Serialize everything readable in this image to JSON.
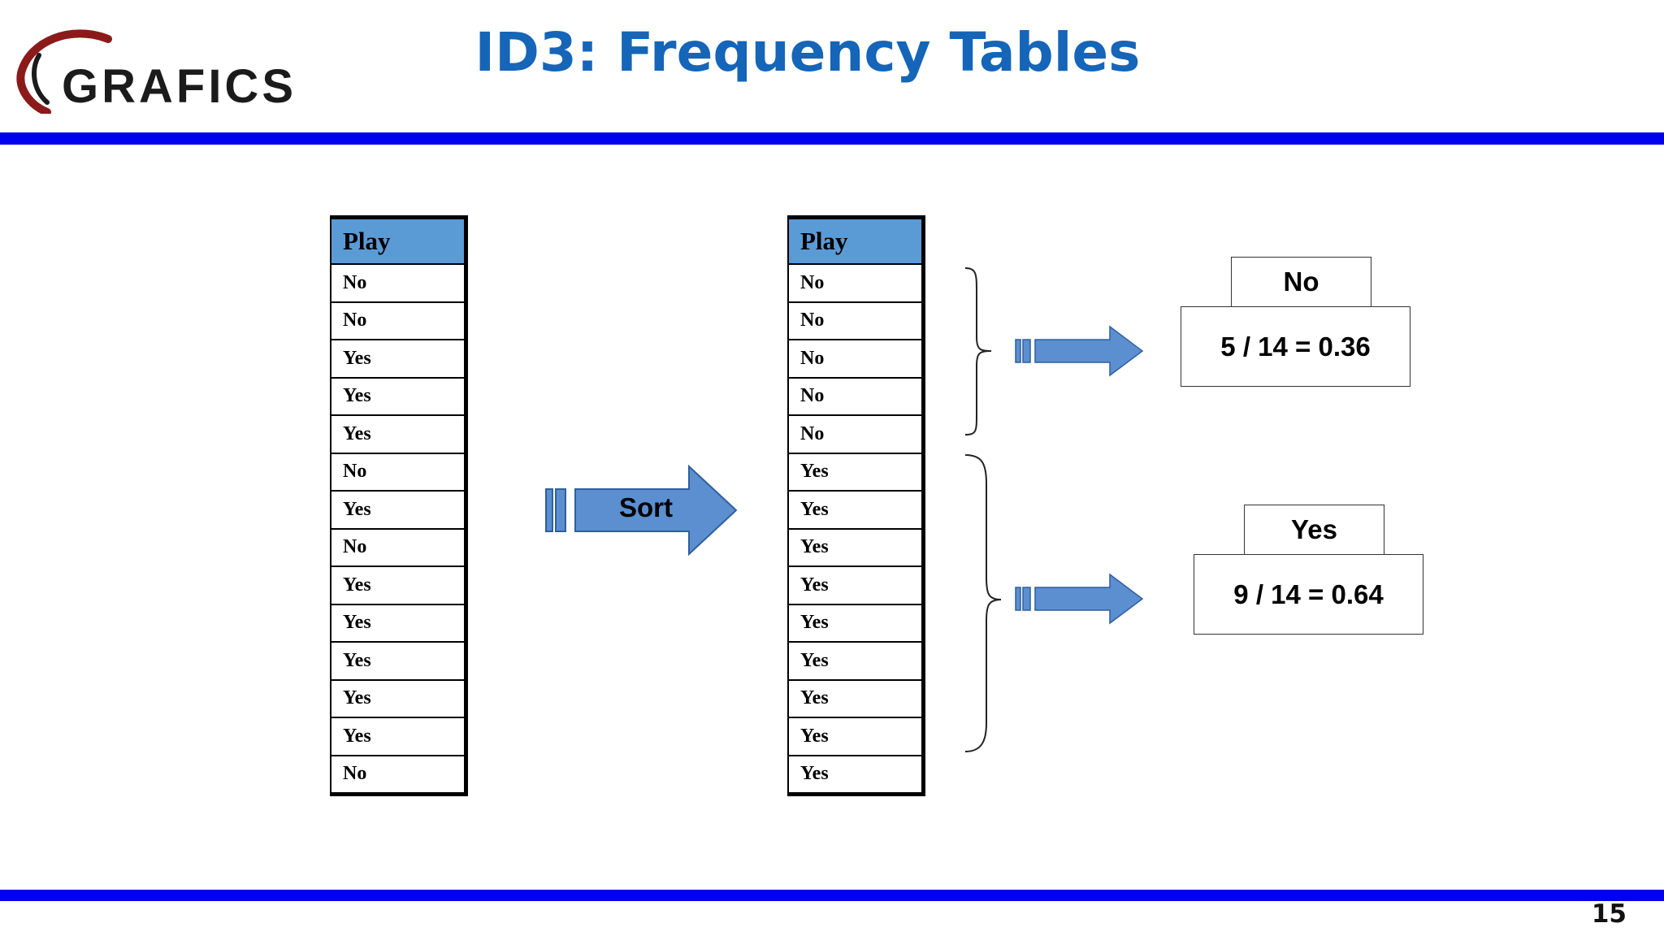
{
  "header": {
    "logo_text": "GRAFICS",
    "title": "ID3: Frequency Tables",
    "page_number": "15"
  },
  "unsorted_table": {
    "header": "Play",
    "rows": [
      "No",
      "No",
      "Yes",
      "Yes",
      "Yes",
      "No",
      "Yes",
      "No",
      "Yes",
      "Yes",
      "Yes",
      "Yes",
      "Yes",
      "No"
    ]
  },
  "sort_arrow": {
    "label": "Sort"
  },
  "sorted_table": {
    "header": "Play",
    "rows": [
      "No",
      "No",
      "No",
      "No",
      "No",
      "Yes",
      "Yes",
      "Yes",
      "Yes",
      "Yes",
      "Yes",
      "Yes",
      "Yes",
      "Yes"
    ]
  },
  "results": {
    "no": {
      "label": "No",
      "value": "5 / 14 = 0.36"
    },
    "yes": {
      "label": "Yes",
      "value": "9 / 14 = 0.64"
    }
  },
  "colors": {
    "title": "#1565b8",
    "rule": "#0000ee",
    "header_fill": "#5b9bd5",
    "arrow_fill": "#5b8fd0",
    "logo_arc": "#8b1a1a"
  }
}
